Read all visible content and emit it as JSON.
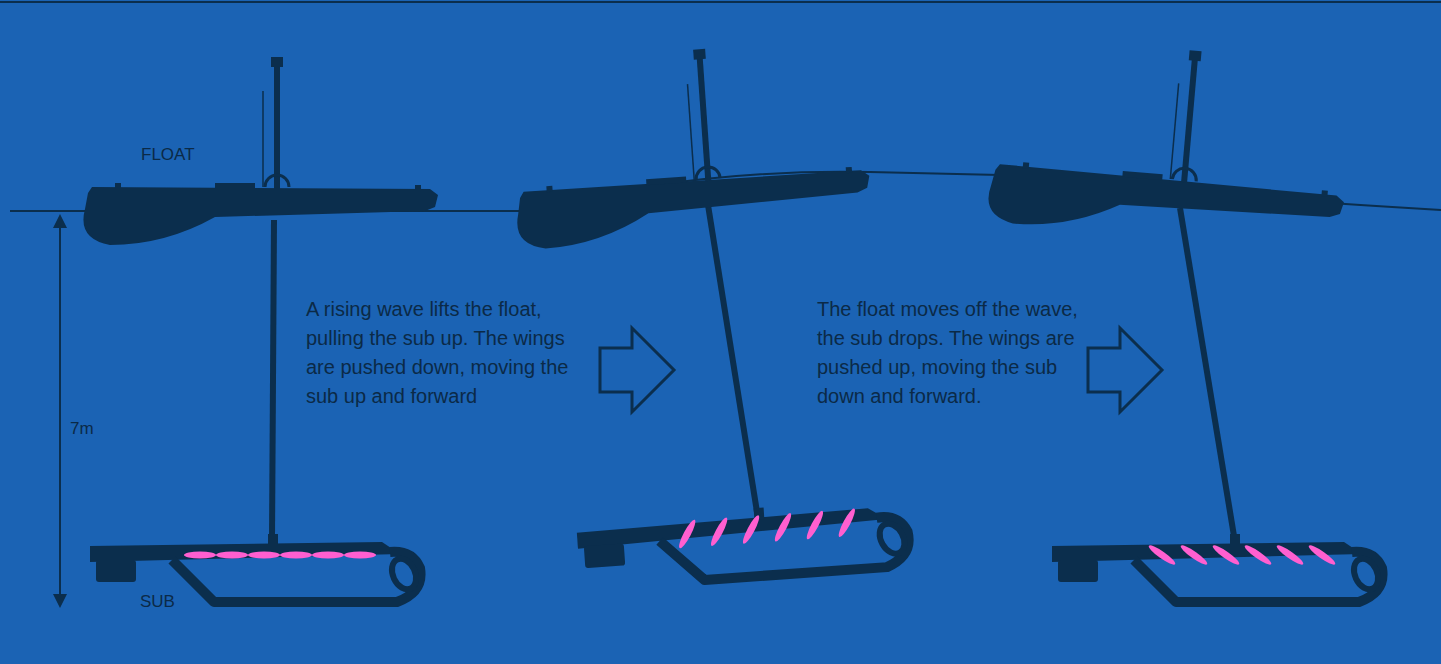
{
  "diagram": {
    "labels": [
      "FLOAT",
      "7m",
      "A rising wave lifts the float, pulling the sub up. The wings are pushed down, moving the sub up and forward",
      "The float moves off the wave, the sub drops. The wings are pushed up, moving the sub down and forward.",
      "SUB"
    ]
  }
}
